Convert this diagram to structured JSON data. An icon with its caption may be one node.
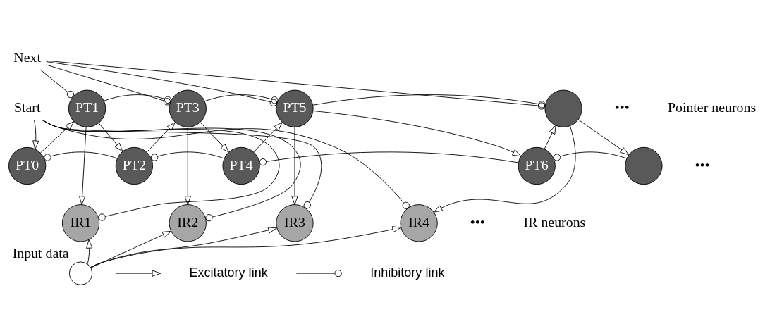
{
  "diagram": {
    "nodes": [
      {
        "text": [
          "Next"
        ]
      },
      {
        "text": [
          "Start"
        ]
      },
      {
        "text": [
          "PT1"
        ]
      },
      {
        "text": [
          "PT3"
        ]
      },
      {
        "text": [
          "PT5"
        ]
      },
      {
        "text": [],
        "shape": "circle"
      },
      {
        "text": [
          "PT0"
        ]
      },
      {
        "text": [
          "PT2"
        ]
      },
      {
        "text": [
          "PT4"
        ]
      },
      {
        "text": [
          "PT6"
        ]
      },
      {
        "text": [],
        "shape": "circle"
      },
      {
        "text": [
          "IR1"
        ]
      },
      {
        "text": [
          "IR2"
        ]
      },
      {
        "text": [
          "IR3"
        ]
      },
      {
        "text": [
          "IR4"
        ]
      },
      {
        "text": [],
        "shape": "circle",
        "beside": [
          "Input data"
        ]
      }
    ],
    "edges": [
      {
        "from": 1,
        "to": 6,
        "arrow": "to"
      },
      {
        "from": 6,
        "to": 2,
        "arrow": "to"
      },
      {
        "from": 2,
        "to": 7,
        "arrow": "to"
      },
      {
        "from": 7,
        "to": 3,
        "arrow": "to"
      },
      {
        "from": 3,
        "to": 8,
        "arrow": "to"
      },
      {
        "from": 8,
        "to": 4,
        "arrow": "to"
      },
      {
        "from": 4,
        "to": 9,
        "arrow": "to"
      },
      {
        "from": 9,
        "to": 5,
        "arrow": "to"
      },
      {
        "from": 5,
        "to": 10,
        "arrow": "to"
      },
      {
        "from": 0,
        "to": 2,
        "arrow": "other"
      },
      {
        "from": 0,
        "to": 3,
        "arrow": "other"
      },
      {
        "from": 0,
        "to": 4,
        "arrow": "other"
      },
      {
        "from": 0,
        "to": 5,
        "arrow": "other"
      },
      {
        "from": 2,
        "to": 3,
        "arrow": "other"
      },
      {
        "from": 3,
        "to": 4,
        "arrow": "other"
      },
      {
        "from": 4,
        "to": 5,
        "arrow": "other"
      },
      {
        "from": 7,
        "to": 6,
        "arrow": "other"
      },
      {
        "from": 8,
        "to": 7,
        "arrow": "other"
      },
      {
        "from": 9,
        "to": 8,
        "arrow": "other"
      },
      {
        "from": 10,
        "to": 9,
        "arrow": "other"
      },
      {
        "from": 2,
        "to": 11,
        "arrow": "to"
      },
      {
        "from": 3,
        "to": 12,
        "arrow": "to"
      },
      {
        "from": 4,
        "to": 13,
        "arrow": "to"
      },
      {
        "from": 5,
        "to": 14,
        "arrow": "to"
      },
      {
        "from": 15,
        "to": 11,
        "arrow": "to"
      },
      {
        "from": 15,
        "to": 12,
        "arrow": "to"
      },
      {
        "from": 15,
        "to": 13,
        "arrow": "to"
      },
      {
        "from": 15,
        "to": 14,
        "arrow": "to"
      },
      {
        "from": 1,
        "to": 11,
        "arrow": "other"
      },
      {
        "from": 1,
        "to": 12,
        "arrow": "other"
      },
      {
        "from": 1,
        "to": 13,
        "arrow": "other"
      },
      {
        "from": 1,
        "to": 14,
        "arrow": "other"
      }
    ],
    "labels": [
      "•••",
      "Pointer neurons",
      "•••",
      "IR neurons",
      "•••"
    ],
    "legend": [
      {
        "text": "Excitatory link"
      },
      {
        "text": "Inhibitory link"
      }
    ]
  }
}
